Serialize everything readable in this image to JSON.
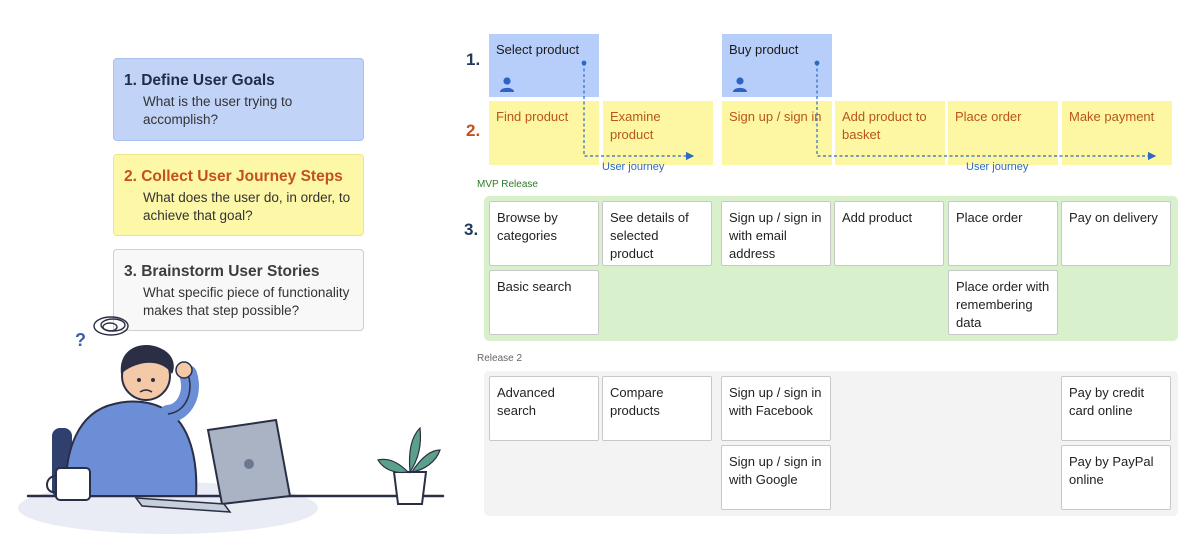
{
  "steps": [
    {
      "title": "1. Define User Goals",
      "desc": "What is the user trying to accomplish?"
    },
    {
      "title": "2. Collect User Journey Steps",
      "desc": "What does the user do, in order, to achieve that goal?"
    },
    {
      "title": "3. Brainstorm User Stories",
      "desc": "What specific piece of functionality makes that step possible?"
    }
  ],
  "illustration": {
    "question_mark": "?"
  },
  "map": {
    "row_numbers": [
      "1.",
      "2.",
      "3."
    ],
    "activities": [
      "Select product",
      "Buy product"
    ],
    "journey_steps": [
      "Find product",
      "Examine product",
      "Sign up / sign in",
      "Add product to basket",
      "Place order",
      "Make payment"
    ],
    "journey_label": "User journey",
    "mvp": {
      "label": "MVP Release",
      "stories": [
        "Browse by categories",
        "Basic search",
        "See details of selected product",
        "Sign up / sign in with email address",
        "Add product",
        "Place order",
        "Place order with remembering data",
        "Pay on delivery"
      ]
    },
    "release2": {
      "label": "Release 2",
      "stories": [
        "Advanced search",
        "Compare products",
        "Sign up / sign in with Facebook",
        "Sign up / sign in with Google",
        "Pay by credit card online",
        "Pay by PayPal online"
      ]
    }
  },
  "colors": {
    "goal": "#c2d3f8",
    "journey_step": "#fdf6a2",
    "mvp_region": "#d8f1cc",
    "release2_region": "#f3f3f3",
    "journey_arrow": "#2b6bc2"
  }
}
